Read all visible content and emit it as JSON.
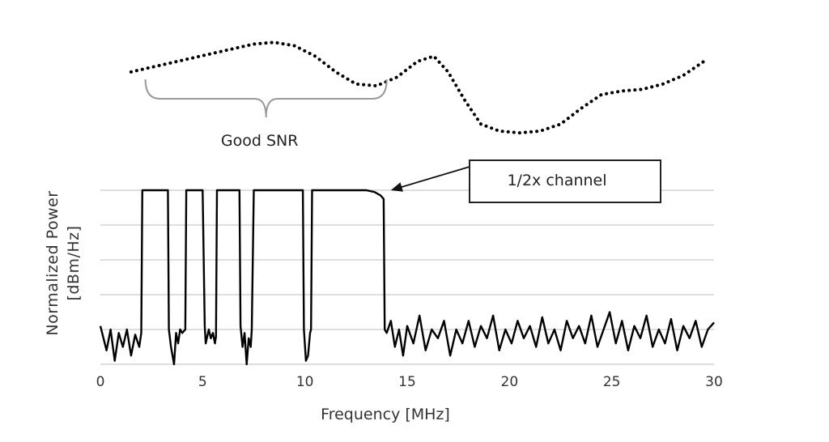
{
  "chart_data": {
    "type": "line",
    "title": "",
    "xlabel": "Frequency [MHz]",
    "ylabel_lines": [
      "Normalized Power",
      "[dBm/Hz]"
    ],
    "xlim": [
      0,
      30
    ],
    "ylim": [
      0,
      1
    ],
    "x_ticks": [
      0,
      5,
      10,
      15,
      20,
      25,
      30
    ],
    "y_grid_levels": [
      0.2,
      0.4,
      0.6,
      0.8,
      1.0
    ],
    "grid": "horizontal",
    "series": [
      {
        "role": "power-spectrum",
        "color": "#000000",
        "x": [
          0,
          0.3,
          0.5,
          0.7,
          0.9,
          1.1,
          1.3,
          1.5,
          1.7,
          1.9,
          2.0,
          2.05,
          2.3,
          3.0,
          3.3,
          3.35,
          3.45,
          3.6,
          3.7,
          3.8,
          3.9,
          4.0,
          4.15,
          4.2,
          4.6,
          5.0,
          5.1,
          5.15,
          5.3,
          5.4,
          5.5,
          5.6,
          5.65,
          5.7,
          6.0,
          6.8,
          6.85,
          6.95,
          7.05,
          7.15,
          7.25,
          7.35,
          7.4,
          7.5,
          8.5,
          9.9,
          9.95,
          10.05,
          10.15,
          10.25,
          10.3,
          10.35,
          11.5,
          13.0,
          13.4,
          13.7,
          13.85,
          13.9,
          14.0,
          14.2,
          14.4,
          14.6,
          14.8,
          15.0,
          15.3,
          15.6,
          15.9,
          16.2,
          16.5,
          16.8,
          17.1,
          17.4,
          17.7,
          18.0,
          18.3,
          18.6,
          18.9,
          19.2,
          19.5,
          19.8,
          20.1,
          20.4,
          20.7,
          21.0,
          21.3,
          21.6,
          21.9,
          22.2,
          22.5,
          22.8,
          23.1,
          23.4,
          23.7,
          24.0,
          24.3,
          24.6,
          24.9,
          25.2,
          25.5,
          25.8,
          26.1,
          26.4,
          26.7,
          27.0,
          27.3,
          27.6,
          27.9,
          28.2,
          28.5,
          28.8,
          29.1,
          29.4,
          29.7,
          30.0
        ],
        "y": [
          0.22,
          0.08,
          0.2,
          0.02,
          0.18,
          0.1,
          0.2,
          0.05,
          0.17,
          0.1,
          0.18,
          1.0,
          1.0,
          1.0,
          1.0,
          0.2,
          0.1,
          0.0,
          0.18,
          0.12,
          0.2,
          0.18,
          0.2,
          1.0,
          1.0,
          1.0,
          0.22,
          0.12,
          0.2,
          0.15,
          0.18,
          0.12,
          0.16,
          1.0,
          1.0,
          1.0,
          0.22,
          0.1,
          0.18,
          0.0,
          0.15,
          0.1,
          0.2,
          1.0,
          1.0,
          1.0,
          0.2,
          0.02,
          0.05,
          0.18,
          0.2,
          1.0,
          1.0,
          1.0,
          0.99,
          0.97,
          0.95,
          0.2,
          0.18,
          0.25,
          0.1,
          0.2,
          0.05,
          0.22,
          0.12,
          0.28,
          0.08,
          0.2,
          0.15,
          0.25,
          0.05,
          0.2,
          0.12,
          0.25,
          0.1,
          0.22,
          0.15,
          0.28,
          0.08,
          0.2,
          0.12,
          0.25,
          0.15,
          0.22,
          0.1,
          0.27,
          0.12,
          0.2,
          0.08,
          0.25,
          0.15,
          0.22,
          0.12,
          0.28,
          0.1,
          0.2,
          0.3,
          0.12,
          0.25,
          0.08,
          0.22,
          0.15,
          0.28,
          0.1,
          0.2,
          0.12,
          0.26,
          0.08,
          0.22,
          0.15,
          0.25,
          0.1,
          0.2,
          0.24
        ]
      },
      {
        "role": "channel-snr-curve",
        "style": "dotted",
        "color": "#000000",
        "x": [
          1.5,
          3.0,
          4.5,
          6.0,
          7.5,
          8.5,
          9.5,
          10.5,
          11.5,
          12.5,
          13.5,
          14.5,
          15.5,
          16.3,
          17.0,
          17.8,
          18.6,
          19.5,
          20.5,
          21.5,
          22.5,
          23.5,
          24.5,
          25.5,
          26.5,
          27.5,
          28.5,
          29.5
        ],
        "y": [
          1.68,
          1.72,
          1.76,
          1.8,
          1.84,
          1.85,
          1.83,
          1.77,
          1.68,
          1.61,
          1.6,
          1.65,
          1.74,
          1.77,
          1.68,
          1.52,
          1.38,
          1.34,
          1.33,
          1.34,
          1.38,
          1.47,
          1.55,
          1.57,
          1.58,
          1.61,
          1.66,
          1.74
        ]
      }
    ],
    "annotations": [
      {
        "kind": "brace",
        "text": "Good SNR",
        "x_start": 2.2,
        "x_end": 14.0
      },
      {
        "kind": "callout-box",
        "text": "1/2x channel",
        "arrow_to_x": 14.2,
        "arrow_to_y": 1.0
      }
    ]
  }
}
